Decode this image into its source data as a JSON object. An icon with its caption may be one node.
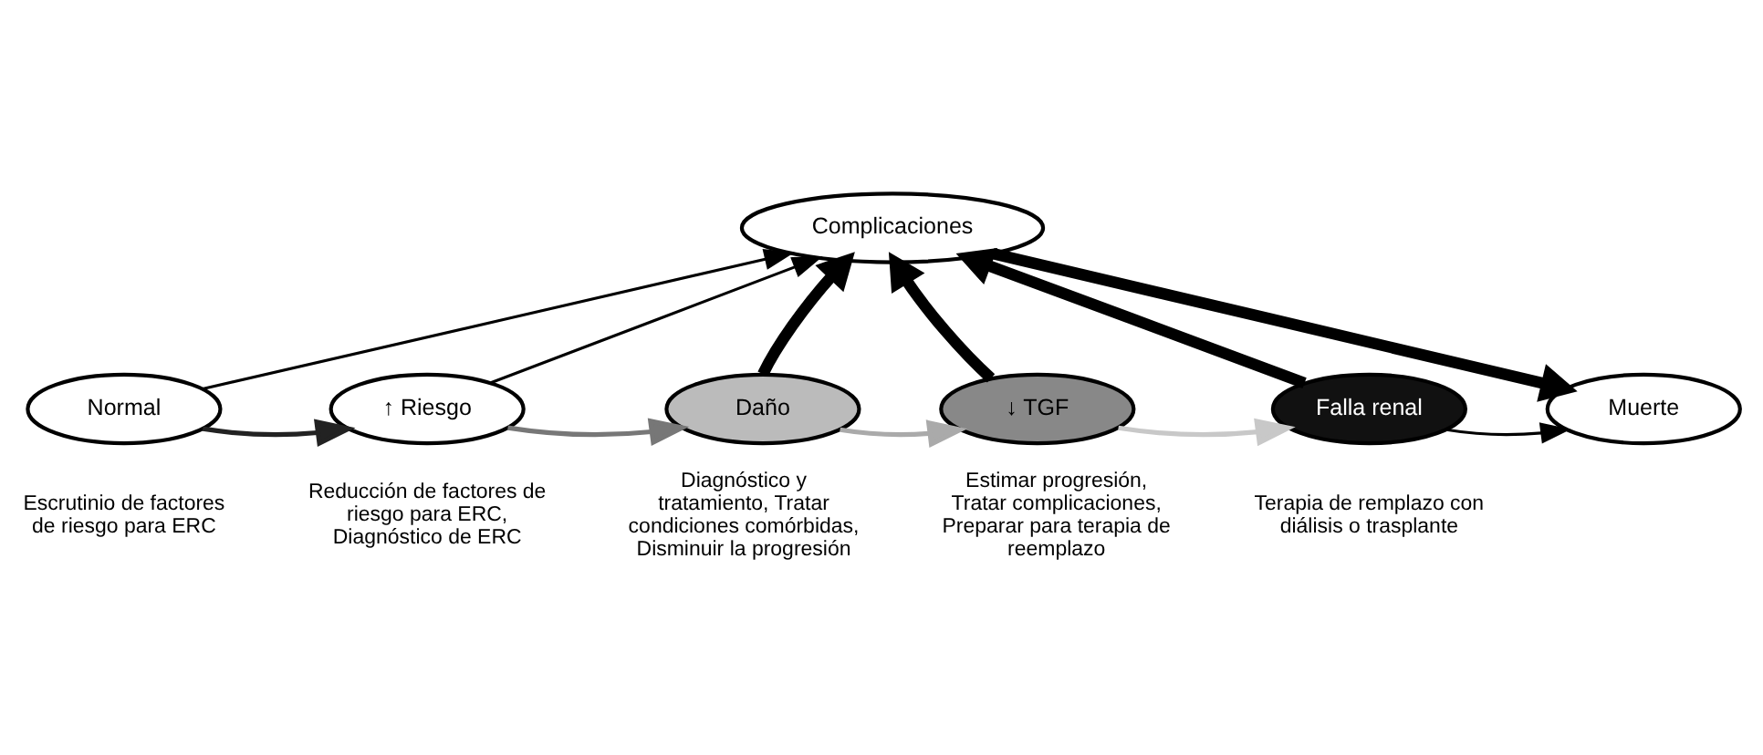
{
  "diagram": {
    "nodes": [
      {
        "text": [
          "Complicaciones"
        ]
      },
      {
        "text": [
          "Normal"
        ],
        "beside": [
          "Escrutinio de factores de riesgo para ERC"
        ]
      },
      {
        "text": [
          "↑ Riesgo"
        ],
        "beside": [
          "Reducción de factores de riesgo para ERC, Diagnóstico de ERC"
        ]
      },
      {
        "text": [
          "Daño"
        ],
        "beside": [
          "Diagnóstico y tratamiento, Tratar condiciones comórbidas, Disminuir la progresión"
        ]
      },
      {
        "text": [
          "↓ TGF"
        ],
        "beside": [
          "Estimar progresión, Tratar complicaciones, Preparar para terapia de reemplazo"
        ]
      },
      {
        "text": [
          "Falla renal"
        ],
        "beside": [
          "Terapia de remplazo con diálisis o trasplante"
        ]
      },
      {
        "text": [
          "Muerte"
        ]
      }
    ],
    "edges": [
      {
        "from": 1,
        "to": 0,
        "arrow": "to"
      },
      {
        "from": 2,
        "to": 0,
        "arrow": "to"
      },
      {
        "from": 3,
        "to": 0,
        "arrow": "to",
        "style": "thick"
      },
      {
        "from": 4,
        "to": 0,
        "arrow": "to",
        "style": "thick"
      },
      {
        "from": 5,
        "to": 0,
        "arrow": "to",
        "style": "thick"
      },
      {
        "from": 0,
        "to": 6,
        "arrow": "to",
        "style": "thick"
      },
      {
        "from": 1,
        "to": 2,
        "arrow": "to",
        "color": "#222222"
      },
      {
        "from": 2,
        "to": 3,
        "arrow": "to",
        "color": "#777777"
      },
      {
        "from": 3,
        "to": 4,
        "arrow": "to",
        "color": "#aaaaaa"
      },
      {
        "from": 4,
        "to": 5,
        "arrow": "to",
        "color": "#c8c8c8"
      },
      {
        "from": 5,
        "to": 6,
        "arrow": "to"
      }
    ]
  }
}
